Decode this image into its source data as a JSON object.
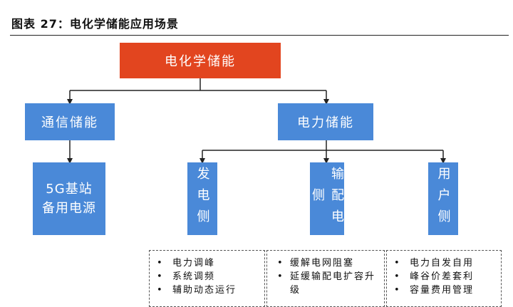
{
  "caption": "图表 27：电化学储能应用场景",
  "colors": {
    "root": "#e2451f",
    "node": "#4a89d8",
    "line": "#222222"
  },
  "root": {
    "label": "电化学储能"
  },
  "level2": {
    "telecom": "通信储能",
    "power": "电力储能"
  },
  "leaves": {
    "fiveg": "5G基站\n备用电源",
    "generation": "发电侧",
    "transmission": "输配电侧",
    "user": "用户侧"
  },
  "bullets": {
    "generation": [
      "电力调峰",
      "系统调频",
      "辅助动态运行"
    ],
    "transmission": [
      "缓解电网阻塞",
      "延缓输配电扩容升级"
    ],
    "user": [
      "电力自发自用",
      "峰谷价差套利",
      "容量费用管理"
    ]
  },
  "bullet_symbol": "•"
}
